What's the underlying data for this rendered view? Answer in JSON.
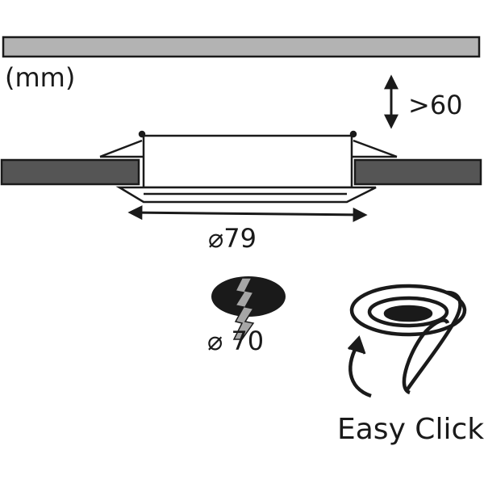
{
  "unit_label": "(mm)",
  "depth_label": ">60",
  "outer_diameter_label": "⌀79",
  "cutout_diameter_label": "⌀ 70",
  "feature_label": "Easy Click",
  "colors": {
    "ceiling_top": "#b3b3b3",
    "ceiling_side": "#555555",
    "outline": "#1a1a1a",
    "background": "#ffffff",
    "saw_gray": "#a6a6a6"
  }
}
